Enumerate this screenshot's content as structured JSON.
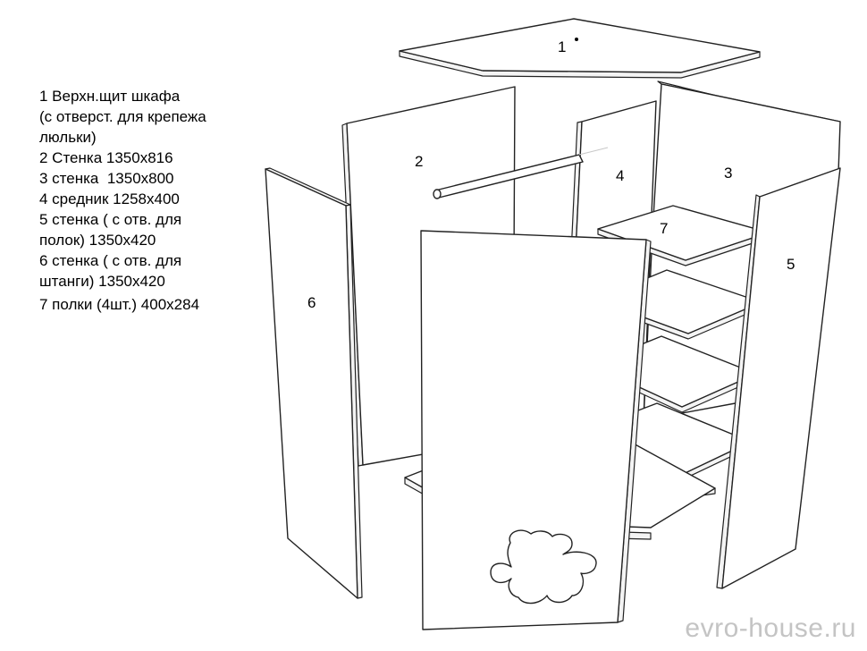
{
  "legend": [
    "1 Верхн.щит шкафа",
    "(с отверст. для крепежа",
    "люльки)",
    "2 Стенка 1350х816",
    "3 стенка  1350х800",
    "4 средник 1258х400",
    "5 стенка ( с отв. для",
    "полок) 1350х420",
    "6 стенка ( с отв. для",
    "штанги) 1350х420",
    "7 полки (4шт.) 400х284"
  ],
  "part_numbers": {
    "p1": "1",
    "p2": "2",
    "p3": "3",
    "p4": "4",
    "p5": "5",
    "p6": "6",
    "p7": "7"
  },
  "watermark": "evro-house.ru"
}
